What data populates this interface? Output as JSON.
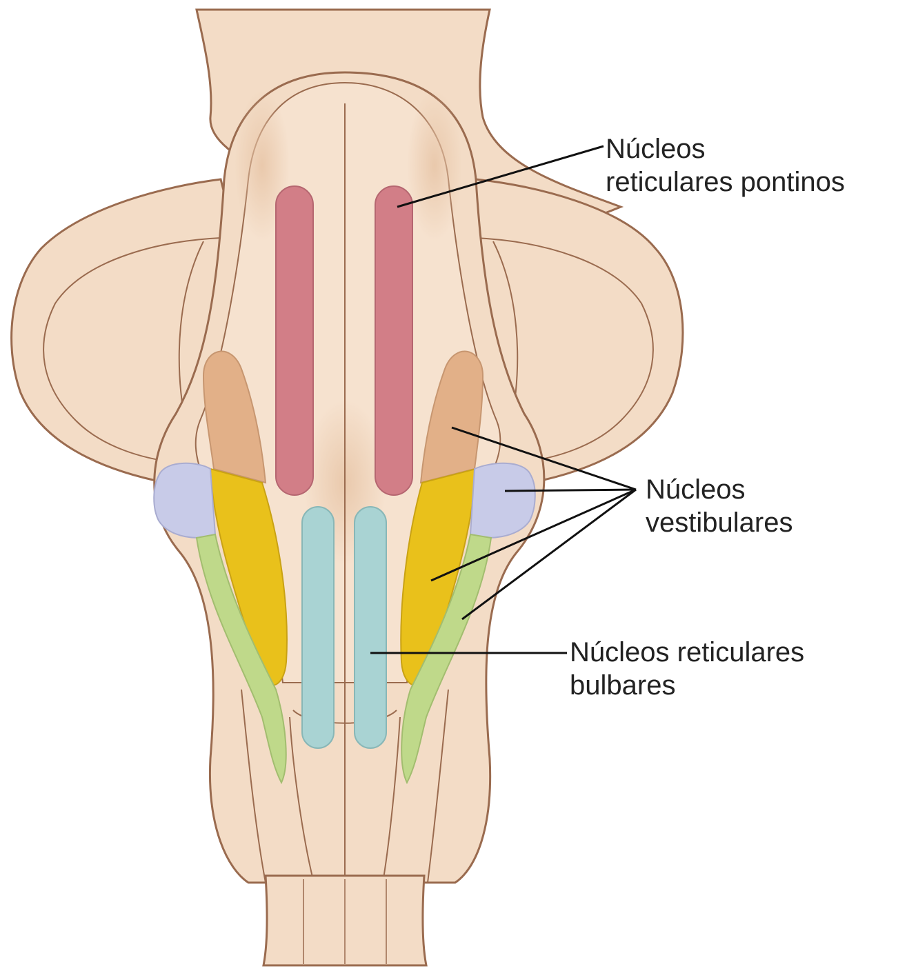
{
  "labels": {
    "pontine": {
      "line1": "Núcleos",
      "line2": "reticulares pontinos"
    },
    "vestibular": {
      "line1": "Núcleos",
      "line2": "vestibulares"
    },
    "bulbar": {
      "line1": "Núcleos reticulares",
      "line2": "bulbares"
    }
  },
  "colors": {
    "tissue": "#f3dcc6",
    "tissue_shade": "#e8c6a8",
    "outline": "#9a6b4f",
    "pontine_nuclei": "#d27e87",
    "vestibular_superior": "#e2b088",
    "vestibular_lateral": "#e9c11b",
    "vestibular_medial": "#c8cbe8",
    "vestibular_inferior": "#bfd98a",
    "bulbar_nuclei": "#a9d3d3",
    "leader_line": "#111111"
  }
}
